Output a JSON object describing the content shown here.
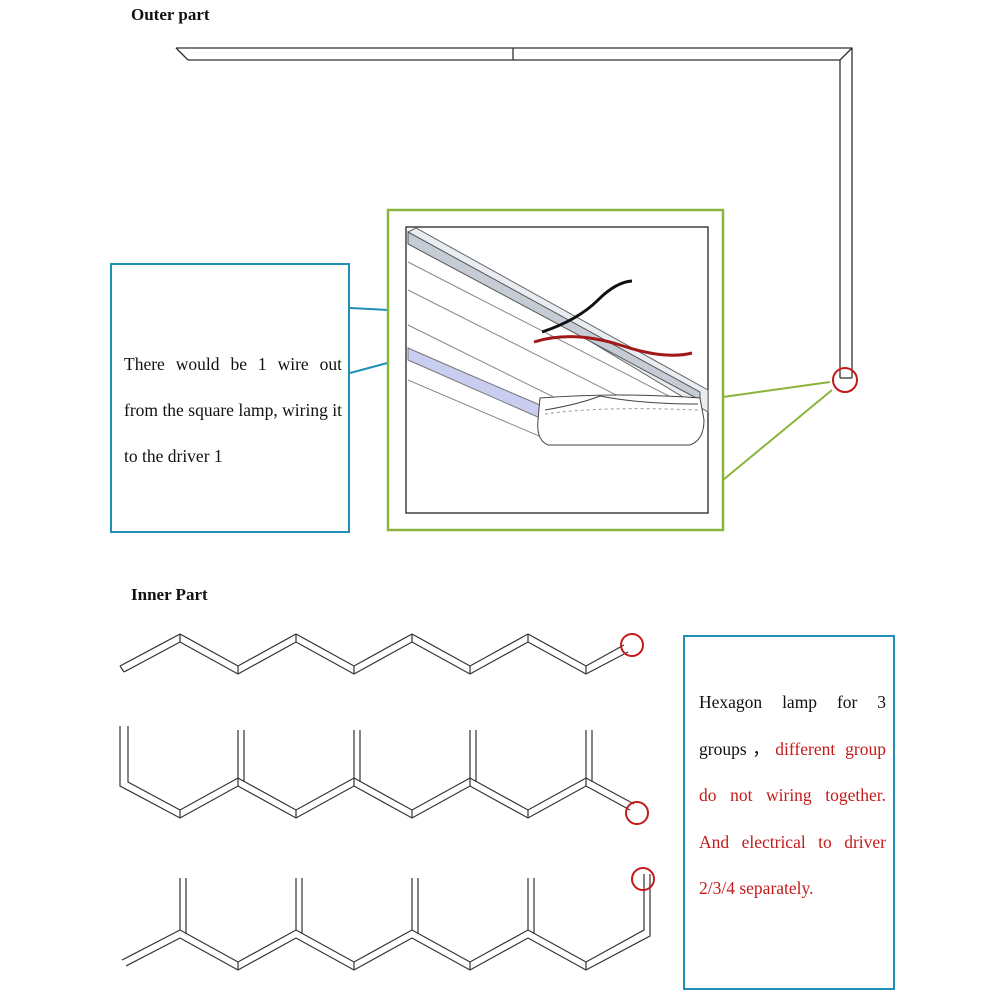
{
  "outer": {
    "heading": "Outer part",
    "note": "There would be 1 wire out from the square lamp, wiring it to the driver 1"
  },
  "inner": {
    "heading": "Inner Part",
    "note_black": "Hexagon lamp for 3 groups，",
    "note_red": "different group do not wiring together. And electrical to driver 2/3/4 separately."
  },
  "colors": {
    "callout_border": "#1f8fb8",
    "detail_border": "#8ab43c",
    "marker": "#c41a1a",
    "wire_black": "#111111",
    "wire_red": "#a01818",
    "lamp_stroke": "#333333"
  }
}
